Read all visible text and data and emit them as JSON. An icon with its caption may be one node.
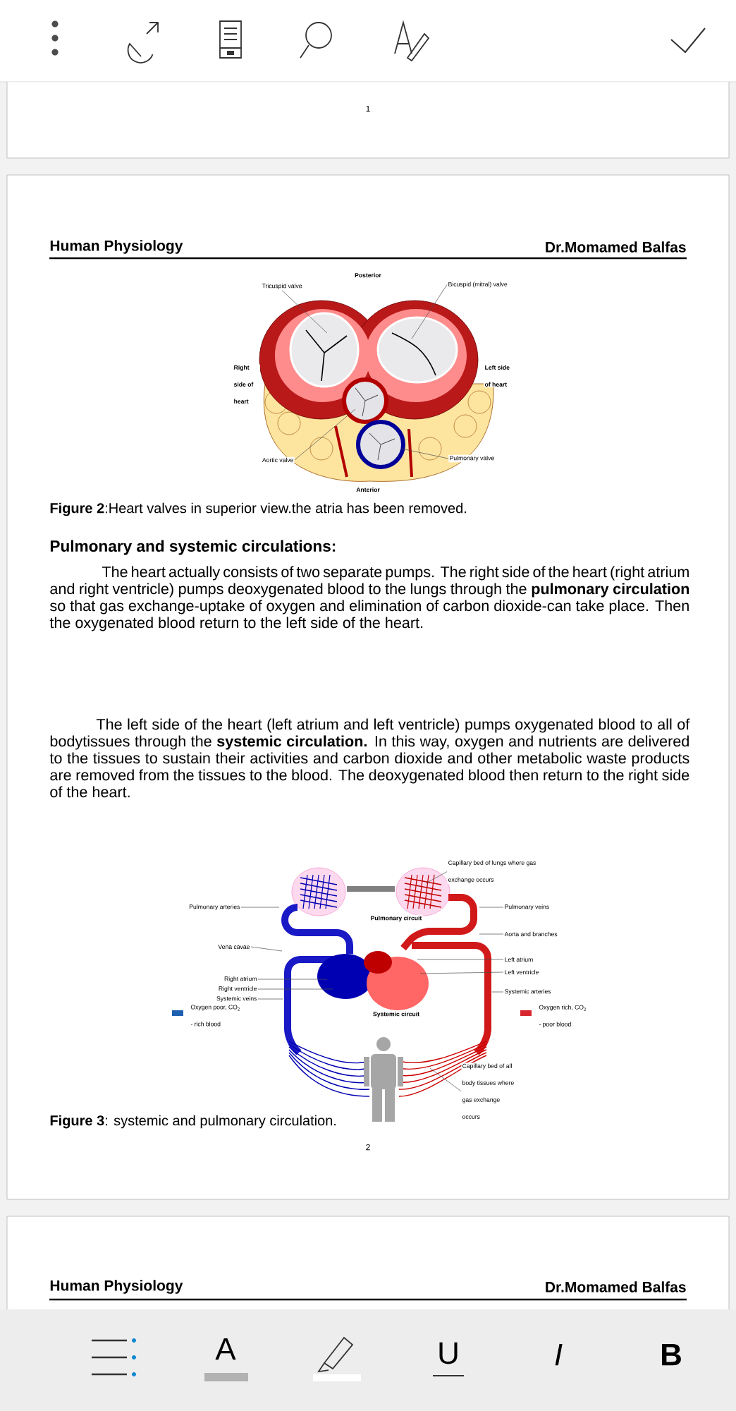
{
  "diagram": {
    "nodes": [
      {
        "text": [
          "Tricuspid valve"
        ]
      },
      {
        "text": [
          "Bicuspid (mitral) valve"
        ]
      },
      {
        "text": [
          "Aortic valve"
        ]
      },
      {
        "text": [
          "Pulmonary valve"
        ]
      },
      {
        "text": [
          "Capillary bed of lungs where gas exchange occurs"
        ]
      },
      {
        "text": [
          "Pulmonary arteries"
        ]
      },
      {
        "text": [
          "Pulmonary veins"
        ]
      },
      {
        "text": [
          "Aorta and branches"
        ]
      },
      {
        "text": [
          "Vena cavae"
        ]
      },
      {
        "text": [
          "Left atrium"
        ]
      },
      {
        "text": [
          "Left ventricle"
        ]
      },
      {
        "text": [
          "Right atrium"
        ]
      },
      {
        "text": [
          "Right ventricle"
        ]
      },
      {
        "text": [
          "Systemic veins"
        ]
      },
      {
        "text": [
          "Systemic arteries"
        ]
      },
      {
        "text": [
          "Capillary bed of all body tissues where gas exchange occurs"
        ]
      },
      {
        "text": [],
        "shape": "picture"
      },
      {
        "text": [],
        "shape": "picture"
      }
    ],
    "edges": [
      {
        "from": 0,
        "to": 16,
        "arrow": "none"
      },
      {
        "from": 1,
        "to": 16,
        "arrow": "none"
      },
      {
        "from": 2,
        "to": 16,
        "arrow": "none"
      },
      {
        "from": 3,
        "to": 16,
        "arrow": "none"
      },
      {
        "from": 4,
        "to": 17,
        "arrow": "none"
      },
      {
        "from": 5,
        "to": 17,
        "arrow": "none"
      },
      {
        "from": 6,
        "to": 17,
        "arrow": "none"
      },
      {
        "from": 7,
        "to": 17,
        "arrow": "none"
      },
      {
        "from": 8,
        "to": 17,
        "arrow": "none"
      },
      {
        "from": 9,
        "to": 17,
        "arrow": "none"
      },
      {
        "from": 10,
        "to": 17,
        "arrow": "none"
      },
      {
        "from": 11,
        "to": 17,
        "arrow": "none"
      },
      {
        "from": 12,
        "to": 17,
        "arrow": "none"
      },
      {
        "from": 13,
        "to": 17,
        "arrow": "none"
      },
      {
        "from": 14,
        "to": 17,
        "arrow": "none"
      },
      {
        "from": 15,
        "to": 17,
        "arrow": "none"
      }
    ],
    "labels": [
      "1",
      "Human Physiology",
      "Dr.Momamed Balfas",
      "Posterior",
      "Right side of heart",
      "Left side of heart",
      "Anterior",
      "**Figure 2**:Heart valves in superior view.the atria has been removed.",
      "Pulmonary and systemic circulations:",
      "The heart actually consists of two separate pumps. The right side of the heart (right atrium and right ventricle) pumps deoxygenated blood to the lungs through the **pulmonary circulation** so that gas exchange-uptake of oxygen and elimination of carbon dioxide-can take place. Then the oxygenated blood return to the left side of the heart.",
      "The left side of the heart (left atrium and left ventricle) pumps oxygenated blood to all of bodytissues through the **systemic circulation.** In this way, oxygen and nutrients are delivered to the tissues to sustain their activities and carbon dioxide and other metabolic waste products are removed from the tissues to the blood. The deoxygenated blood then return to the right side of the heart.",
      "Pulmonary circuit",
      "Systemic circuit",
      "**Figure 3**: systemic and pulmonary circulation.",
      "2",
      "Human Physiology",
      "Dr.Momamed Balfas",
      "A",
      "U",
      "I",
      "B"
    ],
    "legend": [
      {
        "text": "Oxygen poor, CO$_{2}$ - rich blood",
        "color": "#1f5fb0"
      },
      {
        "text": "Oxygen rich, CO$_{2}$ - poor blood",
        "color": "#d8262f"
      }
    ]
  }
}
